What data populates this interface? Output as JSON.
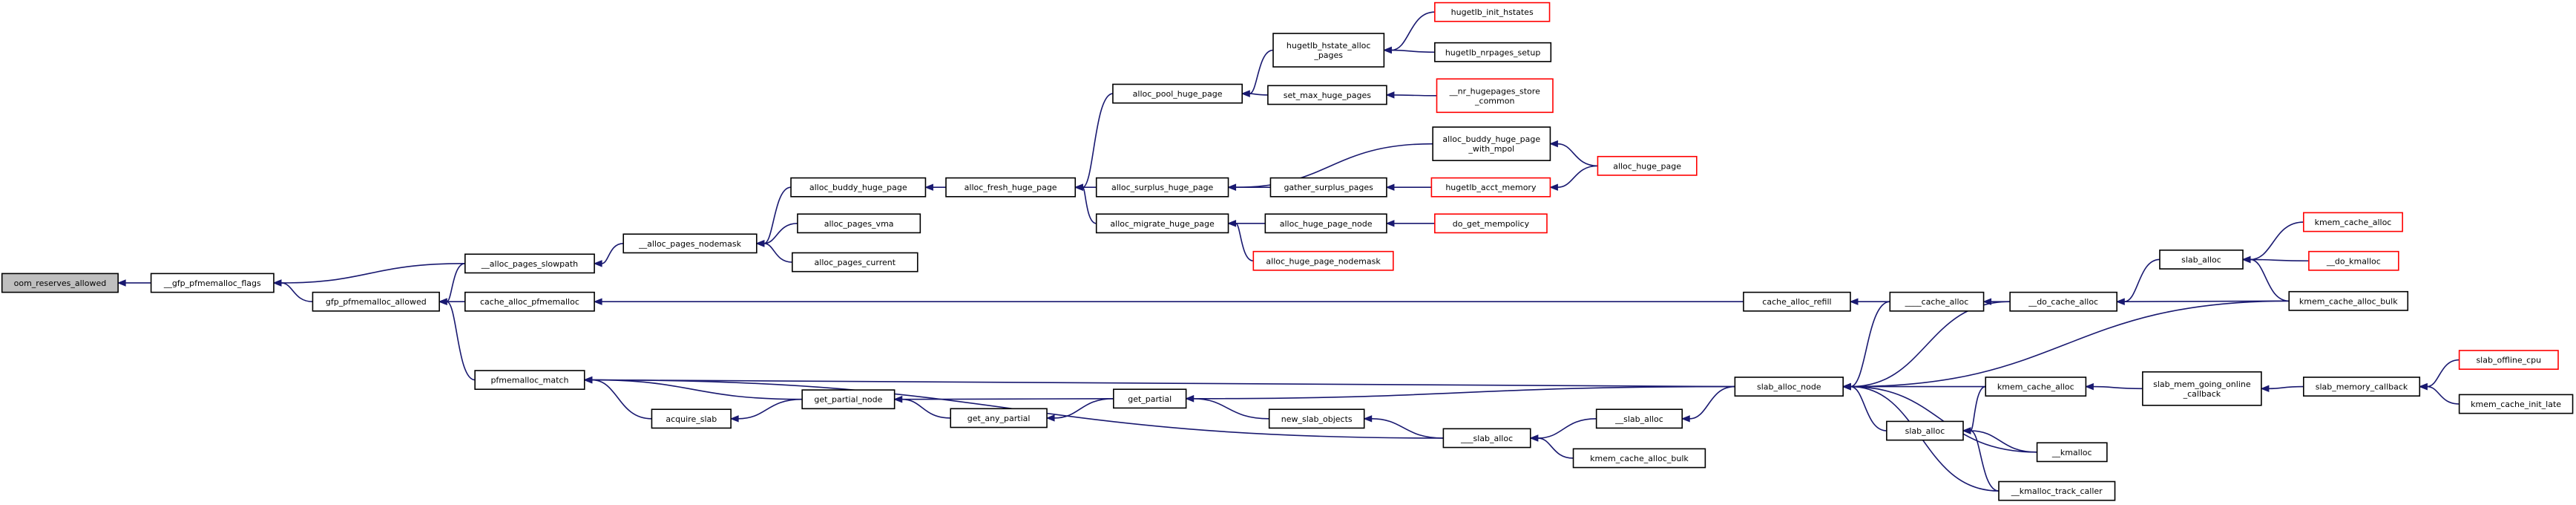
{
  "colors": {
    "edge": "#191970",
    "node_border": "#000000",
    "node_border_truncated": "#ff0000",
    "root_fill": "#bfbfbf",
    "node_fill": "#ffffff"
  },
  "nodes": [
    {
      "id": "oom_reserves_allowed",
      "lines": [
        "oom_reserves_allowed"
      ],
      "root": true
    },
    {
      "id": "gfp_pfmemalloc_flags",
      "lines": [
        "__gfp_pfmemalloc_flags"
      ]
    },
    {
      "id": "alloc_pages_slowpath",
      "lines": [
        "__alloc_pages_slowpath"
      ]
    },
    {
      "id": "gfp_pfmemalloc_allowed",
      "lines": [
        "gfp_pfmemalloc_allowed"
      ]
    },
    {
      "id": "alloc_pages_nodemask",
      "lines": [
        "__alloc_pages_nodemask"
      ]
    },
    {
      "id": "alloc_buddy_huge_page",
      "lines": [
        "alloc_buddy_huge_page"
      ]
    },
    {
      "id": "alloc_pages_vma",
      "lines": [
        "alloc_pages_vma"
      ]
    },
    {
      "id": "alloc_pages_current",
      "lines": [
        "alloc_pages_current"
      ]
    },
    {
      "id": "alloc_fresh_huge_page",
      "lines": [
        "alloc_fresh_huge_page"
      ]
    },
    {
      "id": "alloc_pool_huge_page",
      "lines": [
        "alloc_pool_huge_page"
      ]
    },
    {
      "id": "alloc_surplus_huge_page",
      "lines": [
        "alloc_surplus_huge_page"
      ]
    },
    {
      "id": "alloc_migrate_huge_page",
      "lines": [
        "alloc_migrate_huge_page"
      ]
    },
    {
      "id": "hugetlb_hstate_alloc_pages",
      "lines": [
        "hugetlb_hstate_alloc",
        "_pages"
      ]
    },
    {
      "id": "set_max_huge_pages",
      "lines": [
        "set_max_huge_pages"
      ]
    },
    {
      "id": "hugetlb_init_hstates",
      "lines": [
        "hugetlb_init_hstates"
      ],
      "truncated": true
    },
    {
      "id": "hugetlb_nrpages_setup",
      "lines": [
        "hugetlb_nrpages_setup"
      ]
    },
    {
      "id": "nr_hugepages_store_common",
      "lines": [
        "__nr_hugepages_store",
        "_common"
      ],
      "truncated": true
    },
    {
      "id": "alloc_buddy_huge_page_with_mpol",
      "lines": [
        "alloc_buddy_huge_page",
        "_with_mpol"
      ]
    },
    {
      "id": "gather_surplus_pages",
      "lines": [
        "gather_surplus_pages"
      ]
    },
    {
      "id": "hugetlb_acct_memory",
      "lines": [
        "hugetlb_acct_memory"
      ],
      "truncated": true
    },
    {
      "id": "alloc_huge_page",
      "lines": [
        "alloc_huge_page"
      ],
      "truncated": true
    },
    {
      "id": "alloc_huge_page_node",
      "lines": [
        "alloc_huge_page_node"
      ]
    },
    {
      "id": "do_get_mempolicy",
      "lines": [
        "do_get_mempolicy"
      ],
      "truncated": true
    },
    {
      "id": "alloc_huge_page_nodemask",
      "lines": [
        "alloc_huge_page_nodemask"
      ],
      "truncated": true
    },
    {
      "id": "cache_alloc_pfmemalloc",
      "lines": [
        "cache_alloc_pfmemalloc"
      ]
    },
    {
      "id": "cache_alloc_refill",
      "lines": [
        "cache_alloc_refill"
      ]
    },
    {
      "id": "____cache_alloc",
      "lines": [
        "____cache_alloc"
      ]
    },
    {
      "id": "__do_cache_alloc",
      "lines": [
        "__do_cache_alloc"
      ]
    },
    {
      "id": "slab_alloc_top",
      "lines": [
        "slab_alloc"
      ]
    },
    {
      "id": "kmem_cache_alloc_top",
      "lines": [
        "kmem_cache_alloc"
      ],
      "truncated": true
    },
    {
      "id": "__do_kmalloc",
      "lines": [
        "__do_kmalloc"
      ],
      "truncated": true
    },
    {
      "id": "kmem_cache_alloc_bulk_right",
      "lines": [
        "kmem_cache_alloc_bulk"
      ]
    },
    {
      "id": "pfmemalloc_match",
      "lines": [
        "pfmemalloc_match"
      ]
    },
    {
      "id": "acquire_slab",
      "lines": [
        "acquire_slab"
      ]
    },
    {
      "id": "get_partial_node",
      "lines": [
        "get_partial_node"
      ]
    },
    {
      "id": "get_any_partial",
      "lines": [
        "get_any_partial"
      ]
    },
    {
      "id": "get_partial",
      "lines": [
        "get_partial"
      ]
    },
    {
      "id": "new_slab_objects",
      "lines": [
        "new_slab_objects"
      ]
    },
    {
      "id": "___slab_alloc",
      "lines": [
        "___slab_alloc"
      ]
    },
    {
      "id": "__slab_alloc",
      "lines": [
        "__slab_alloc"
      ]
    },
    {
      "id": "kmem_cache_alloc_bulk_mid",
      "lines": [
        "kmem_cache_alloc_bulk"
      ]
    },
    {
      "id": "slab_alloc_node",
      "lines": [
        "slab_alloc_node"
      ]
    },
    {
      "id": "kmem_cache_alloc_mid",
      "lines": [
        "kmem_cache_alloc"
      ]
    },
    {
      "id": "slab_mem_going_online_callback",
      "lines": [
        "slab_mem_going_online",
        "_callback"
      ]
    },
    {
      "id": "slab_memory_callback",
      "lines": [
        "slab_memory_callback"
      ]
    },
    {
      "id": "slab_offline_cpu",
      "lines": [
        "slab_offline_cpu"
      ],
      "truncated": true
    },
    {
      "id": "kmem_cache_init_late",
      "lines": [
        "kmem_cache_init_late"
      ]
    },
    {
      "id": "slab_alloc_bottom",
      "lines": [
        "slab_alloc"
      ]
    },
    {
      "id": "__kmalloc",
      "lines": [
        "__kmalloc"
      ]
    },
    {
      "id": "__kmalloc_track_caller",
      "lines": [
        "__kmalloc_track_caller"
      ]
    }
  ],
  "edges": [
    [
      "gfp_pfmemalloc_flags",
      "oom_reserves_allowed"
    ],
    [
      "alloc_pages_slowpath",
      "gfp_pfmemalloc_flags"
    ],
    [
      "gfp_pfmemalloc_allowed",
      "gfp_pfmemalloc_flags"
    ],
    [
      "alloc_pages_nodemask",
      "alloc_pages_slowpath"
    ],
    [
      "alloc_buddy_huge_page",
      "alloc_pages_nodemask"
    ],
    [
      "alloc_pages_vma",
      "alloc_pages_nodemask"
    ],
    [
      "alloc_pages_current",
      "alloc_pages_nodemask"
    ],
    [
      "alloc_fresh_huge_page",
      "alloc_buddy_huge_page"
    ],
    [
      "alloc_pool_huge_page",
      "alloc_fresh_huge_page"
    ],
    [
      "alloc_surplus_huge_page",
      "alloc_fresh_huge_page"
    ],
    [
      "alloc_migrate_huge_page",
      "alloc_fresh_huge_page"
    ],
    [
      "hugetlb_hstate_alloc_pages",
      "alloc_pool_huge_page"
    ],
    [
      "set_max_huge_pages",
      "alloc_pool_huge_page"
    ],
    [
      "hugetlb_init_hstates",
      "hugetlb_hstate_alloc_pages"
    ],
    [
      "hugetlb_nrpages_setup",
      "hugetlb_hstate_alloc_pages"
    ],
    [
      "nr_hugepages_store_common",
      "set_max_huge_pages"
    ],
    [
      "alloc_buddy_huge_page_with_mpol",
      "alloc_surplus_huge_page"
    ],
    [
      "gather_surplus_pages",
      "alloc_surplus_huge_page"
    ],
    [
      "hugetlb_acct_memory",
      "gather_surplus_pages"
    ],
    [
      "alloc_huge_page",
      "alloc_buddy_huge_page_with_mpol"
    ],
    [
      "alloc_huge_page",
      "hugetlb_acct_memory"
    ],
    [
      "alloc_huge_page_node",
      "alloc_migrate_huge_page"
    ],
    [
      "alloc_huge_page_nodemask",
      "alloc_migrate_huge_page"
    ],
    [
      "do_get_mempolicy",
      "alloc_huge_page_node"
    ],
    [
      "alloc_pages_slowpath",
      "gfp_pfmemalloc_allowed"
    ],
    [
      "cache_alloc_pfmemalloc",
      "gfp_pfmemalloc_allowed"
    ],
    [
      "pfmemalloc_match",
      "gfp_pfmemalloc_allowed"
    ],
    [
      "cache_alloc_refill",
      "cache_alloc_pfmemalloc"
    ],
    [
      "____cache_alloc",
      "cache_alloc_refill"
    ],
    [
      "__do_cache_alloc",
      "____cache_alloc"
    ],
    [
      "slab_alloc_top",
      "__do_cache_alloc"
    ],
    [
      "kmem_cache_alloc_bulk_right",
      "__do_cache_alloc"
    ],
    [
      "kmem_cache_alloc_top",
      "slab_alloc_top"
    ],
    [
      "__do_kmalloc",
      "slab_alloc_top"
    ],
    [
      "kmem_cache_alloc_bulk_right",
      "slab_alloc_top"
    ],
    [
      "acquire_slab",
      "pfmemalloc_match"
    ],
    [
      "get_partial_node",
      "pfmemalloc_match"
    ],
    [
      "___slab_alloc",
      "pfmemalloc_match"
    ],
    [
      "slab_alloc_node",
      "pfmemalloc_match"
    ],
    [
      "get_partial_node",
      "acquire_slab"
    ],
    [
      "get_any_partial",
      "get_partial_node"
    ],
    [
      "get_partial",
      "get_partial_node"
    ],
    [
      "get_partial",
      "get_any_partial"
    ],
    [
      "new_slab_objects",
      "get_partial"
    ],
    [
      "slab_alloc_node",
      "get_partial"
    ],
    [
      "___slab_alloc",
      "new_slab_objects"
    ],
    [
      "__slab_alloc",
      "___slab_alloc"
    ],
    [
      "kmem_cache_alloc_bulk_mid",
      "___slab_alloc"
    ],
    [
      "slab_alloc_node",
      "__slab_alloc"
    ],
    [
      "____cache_alloc",
      "slab_alloc_node"
    ],
    [
      "__do_cache_alloc",
      "slab_alloc_node"
    ],
    [
      "kmem_cache_alloc_bulk_right",
      "slab_alloc_node"
    ],
    [
      "kmem_cache_alloc_mid",
      "slab_alloc_node"
    ],
    [
      "slab_alloc_bottom",
      "slab_alloc_node"
    ],
    [
      "__kmalloc",
      "slab_alloc_node"
    ],
    [
      "__kmalloc_track_caller",
      "slab_alloc_node"
    ],
    [
      "slab_mem_going_online_callback",
      "kmem_cache_alloc_mid"
    ],
    [
      "slab_memory_callback",
      "slab_mem_going_online_callback"
    ],
    [
      "slab_offline_cpu",
      "slab_memory_callback"
    ],
    [
      "kmem_cache_init_late",
      "slab_memory_callback"
    ],
    [
      "kmem_cache_alloc_mid",
      "slab_alloc_bottom"
    ],
    [
      "__kmalloc",
      "slab_alloc_bottom"
    ],
    [
      "__kmalloc_track_caller",
      "slab_alloc_bottom"
    ]
  ]
}
